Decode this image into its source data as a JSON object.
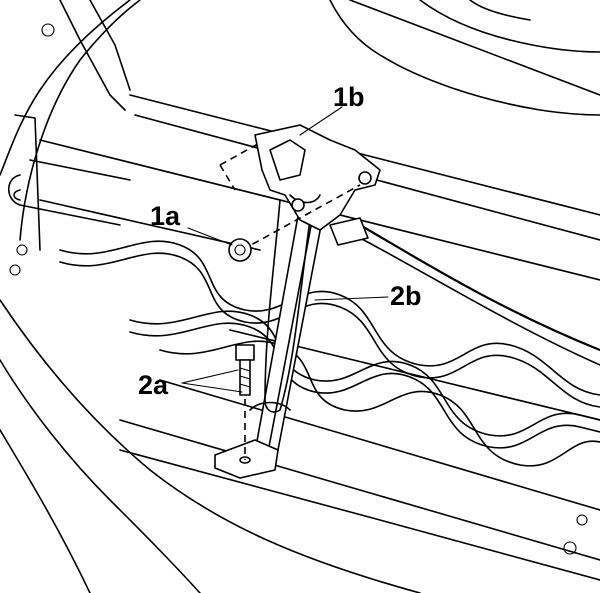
{
  "callouts": {
    "c1a": "1a",
    "c1b": "1b",
    "c2a": "2a",
    "c2b": "2b"
  },
  "icons": [
    "bolt-icon",
    "nut-icon",
    "bracket-icon",
    "cable-icon"
  ]
}
